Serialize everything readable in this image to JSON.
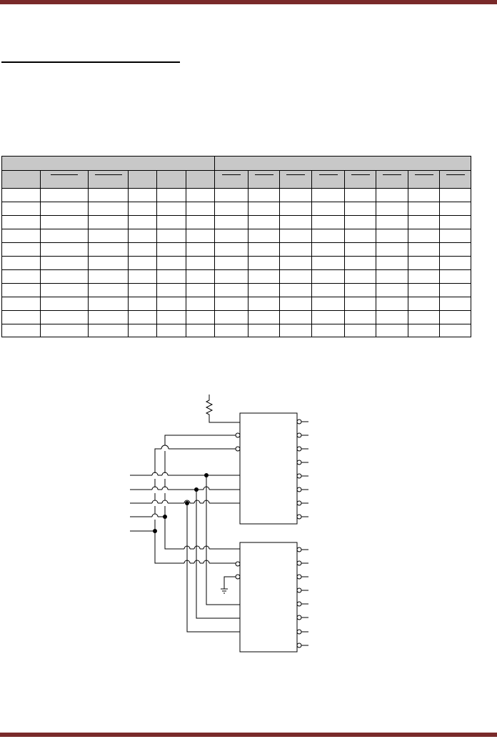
{
  "colors": {
    "bar": "#7a2a2a",
    "table_header": "#c8c8c8",
    "line": "#000000"
  },
  "truth_table": {
    "group_headers": [
      "",
      ""
    ],
    "group_spans": [
      6,
      8
    ],
    "columns": [
      "",
      "",
      "",
      "",
      "",
      "",
      "",
      "",
      "",
      "",
      "",
      "",
      "",
      ""
    ],
    "overline_columns": [
      1,
      2,
      6,
      7,
      8,
      9,
      10,
      11,
      12,
      13
    ],
    "row_count": 11
  },
  "diagram": {
    "upper_chip": {
      "label": ""
    },
    "lower_chip": {
      "label": ""
    },
    "icons": [
      "resistor-icon",
      "ground-icon"
    ]
  }
}
